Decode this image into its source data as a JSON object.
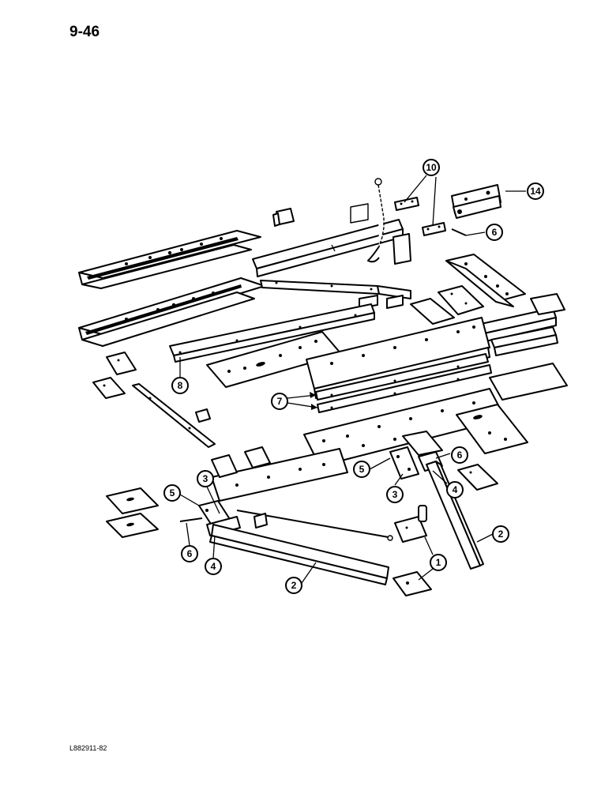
{
  "page_number": "9-46",
  "drawing_code": "L882911-82",
  "callouts": [
    {
      "id": "c-10",
      "label": "10"
    },
    {
      "id": "c-14",
      "label": "14"
    },
    {
      "id": "c-6a",
      "label": "6"
    },
    {
      "id": "c-8",
      "label": "8"
    },
    {
      "id": "c-7",
      "label": "7"
    },
    {
      "id": "c-5a",
      "label": "5"
    },
    {
      "id": "c-6b",
      "label": "6"
    },
    {
      "id": "c-3a",
      "label": "3"
    },
    {
      "id": "c-4a",
      "label": "4"
    },
    {
      "id": "c-5b",
      "label": "5"
    },
    {
      "id": "c-3b",
      "label": "3"
    },
    {
      "id": "c-6c",
      "label": "6"
    },
    {
      "id": "c-4b",
      "label": "4"
    },
    {
      "id": "c-2a",
      "label": "2"
    },
    {
      "id": "c-1",
      "label": "1"
    },
    {
      "id": "c-2b",
      "label": "2"
    }
  ]
}
